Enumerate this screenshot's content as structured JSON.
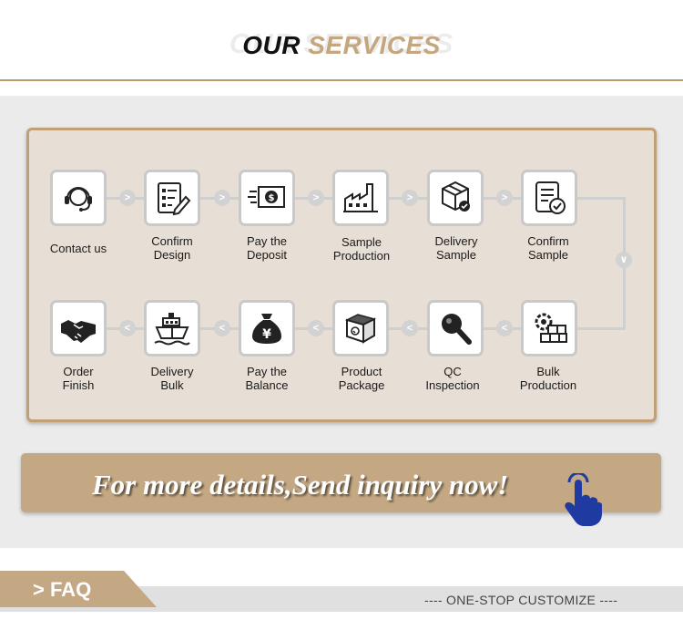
{
  "header": {
    "ghost_title": "OUR SERVICES",
    "title_word1": "OUR",
    "title_word2": "SERVICES"
  },
  "process": {
    "top_row": [
      {
        "icon": "headset-icon",
        "label1": "Contact us",
        "label2": ""
      },
      {
        "icon": "form-pen-icon",
        "label1": "Confirm",
        "label2": "Design"
      },
      {
        "icon": "money-icon",
        "label1": "Pay the",
        "label2": "Deposit"
      },
      {
        "icon": "factory-icon",
        "label1": "Sample",
        "label2": "Production"
      },
      {
        "icon": "box-check-icon",
        "label1": "Delivery",
        "label2": "Sample"
      },
      {
        "icon": "document-check-icon",
        "label1": "Confirm",
        "label2": "Sample"
      }
    ],
    "bottom_row": [
      {
        "icon": "handshake-icon",
        "label1": "Order",
        "label2": "Finish"
      },
      {
        "icon": "ship-icon",
        "label1": "Delivery",
        "label2": "Bulk"
      },
      {
        "icon": "money-bag-icon",
        "label1": "Pay the",
        "label2": "Balance"
      },
      {
        "icon": "package-icon",
        "label1": "Product",
        "label2": "Package"
      },
      {
        "icon": "magnifier-icon",
        "label1": "QC",
        "label2": "Inspection"
      },
      {
        "icon": "gear-boxes-icon",
        "label1": "Bulk",
        "label2": "Production"
      }
    ]
  },
  "inquiry": {
    "text": "For more details,Send inquiry now!",
    "icon": "pointing-hand-icon"
  },
  "footer": {
    "faq_label": "> FAQ",
    "tagline": "----  ONE-STOP CUSTOMIZE  ----"
  },
  "colors": {
    "accent": "#c4a883",
    "panel_bg": "#e7dfd6",
    "panel_border": "#c29f74",
    "band_bg": "#ebebeb"
  }
}
